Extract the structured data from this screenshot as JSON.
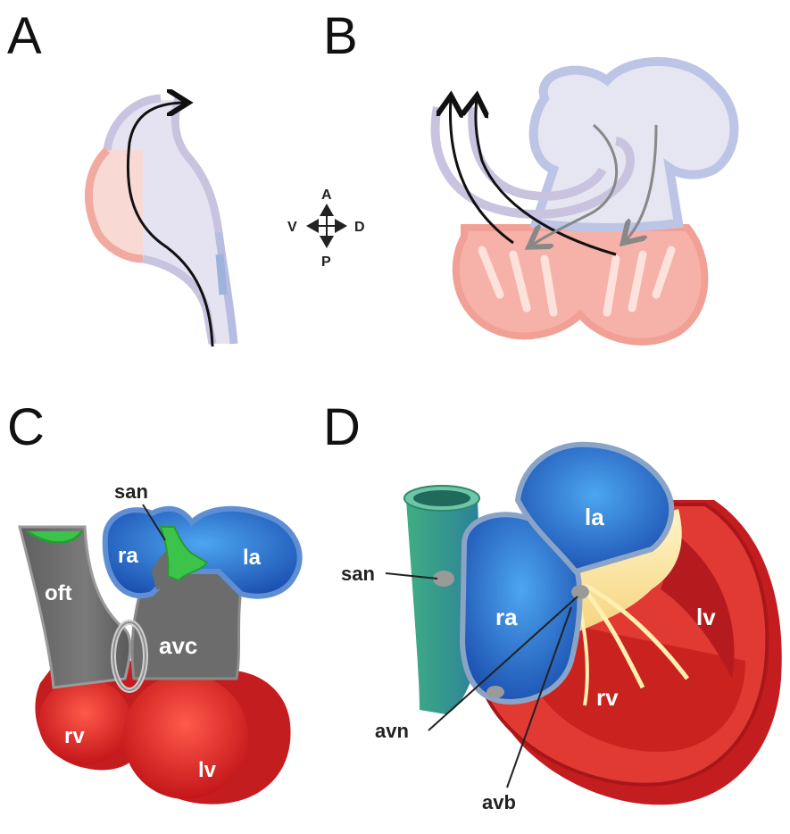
{
  "panels": {
    "a": "A",
    "b": "B",
    "c": "C",
    "d": "D"
  },
  "axes": {
    "anterior": "A",
    "posterior": "P",
    "ventral": "V",
    "dorsal": "D"
  },
  "panel_c": {
    "san": "san",
    "ra": "ra",
    "la": "la",
    "oft": "oft",
    "avc": "avc",
    "rv": "rv",
    "lv": "lv"
  },
  "panel_d": {
    "la": "la",
    "ra": "ra",
    "lv": "lv",
    "rv": "rv",
    "san": "san",
    "avn": "avn",
    "avb": "avb"
  },
  "colors": {
    "atrium_blue": "#2f6fc0",
    "ventricle_red": "#d92b2b",
    "conduction_green": "#3cc44a",
    "tissue_grey": "#6e6e6e",
    "tube_lilac": "#c9c3e0",
    "tube_pink": "#f2a9a0"
  }
}
